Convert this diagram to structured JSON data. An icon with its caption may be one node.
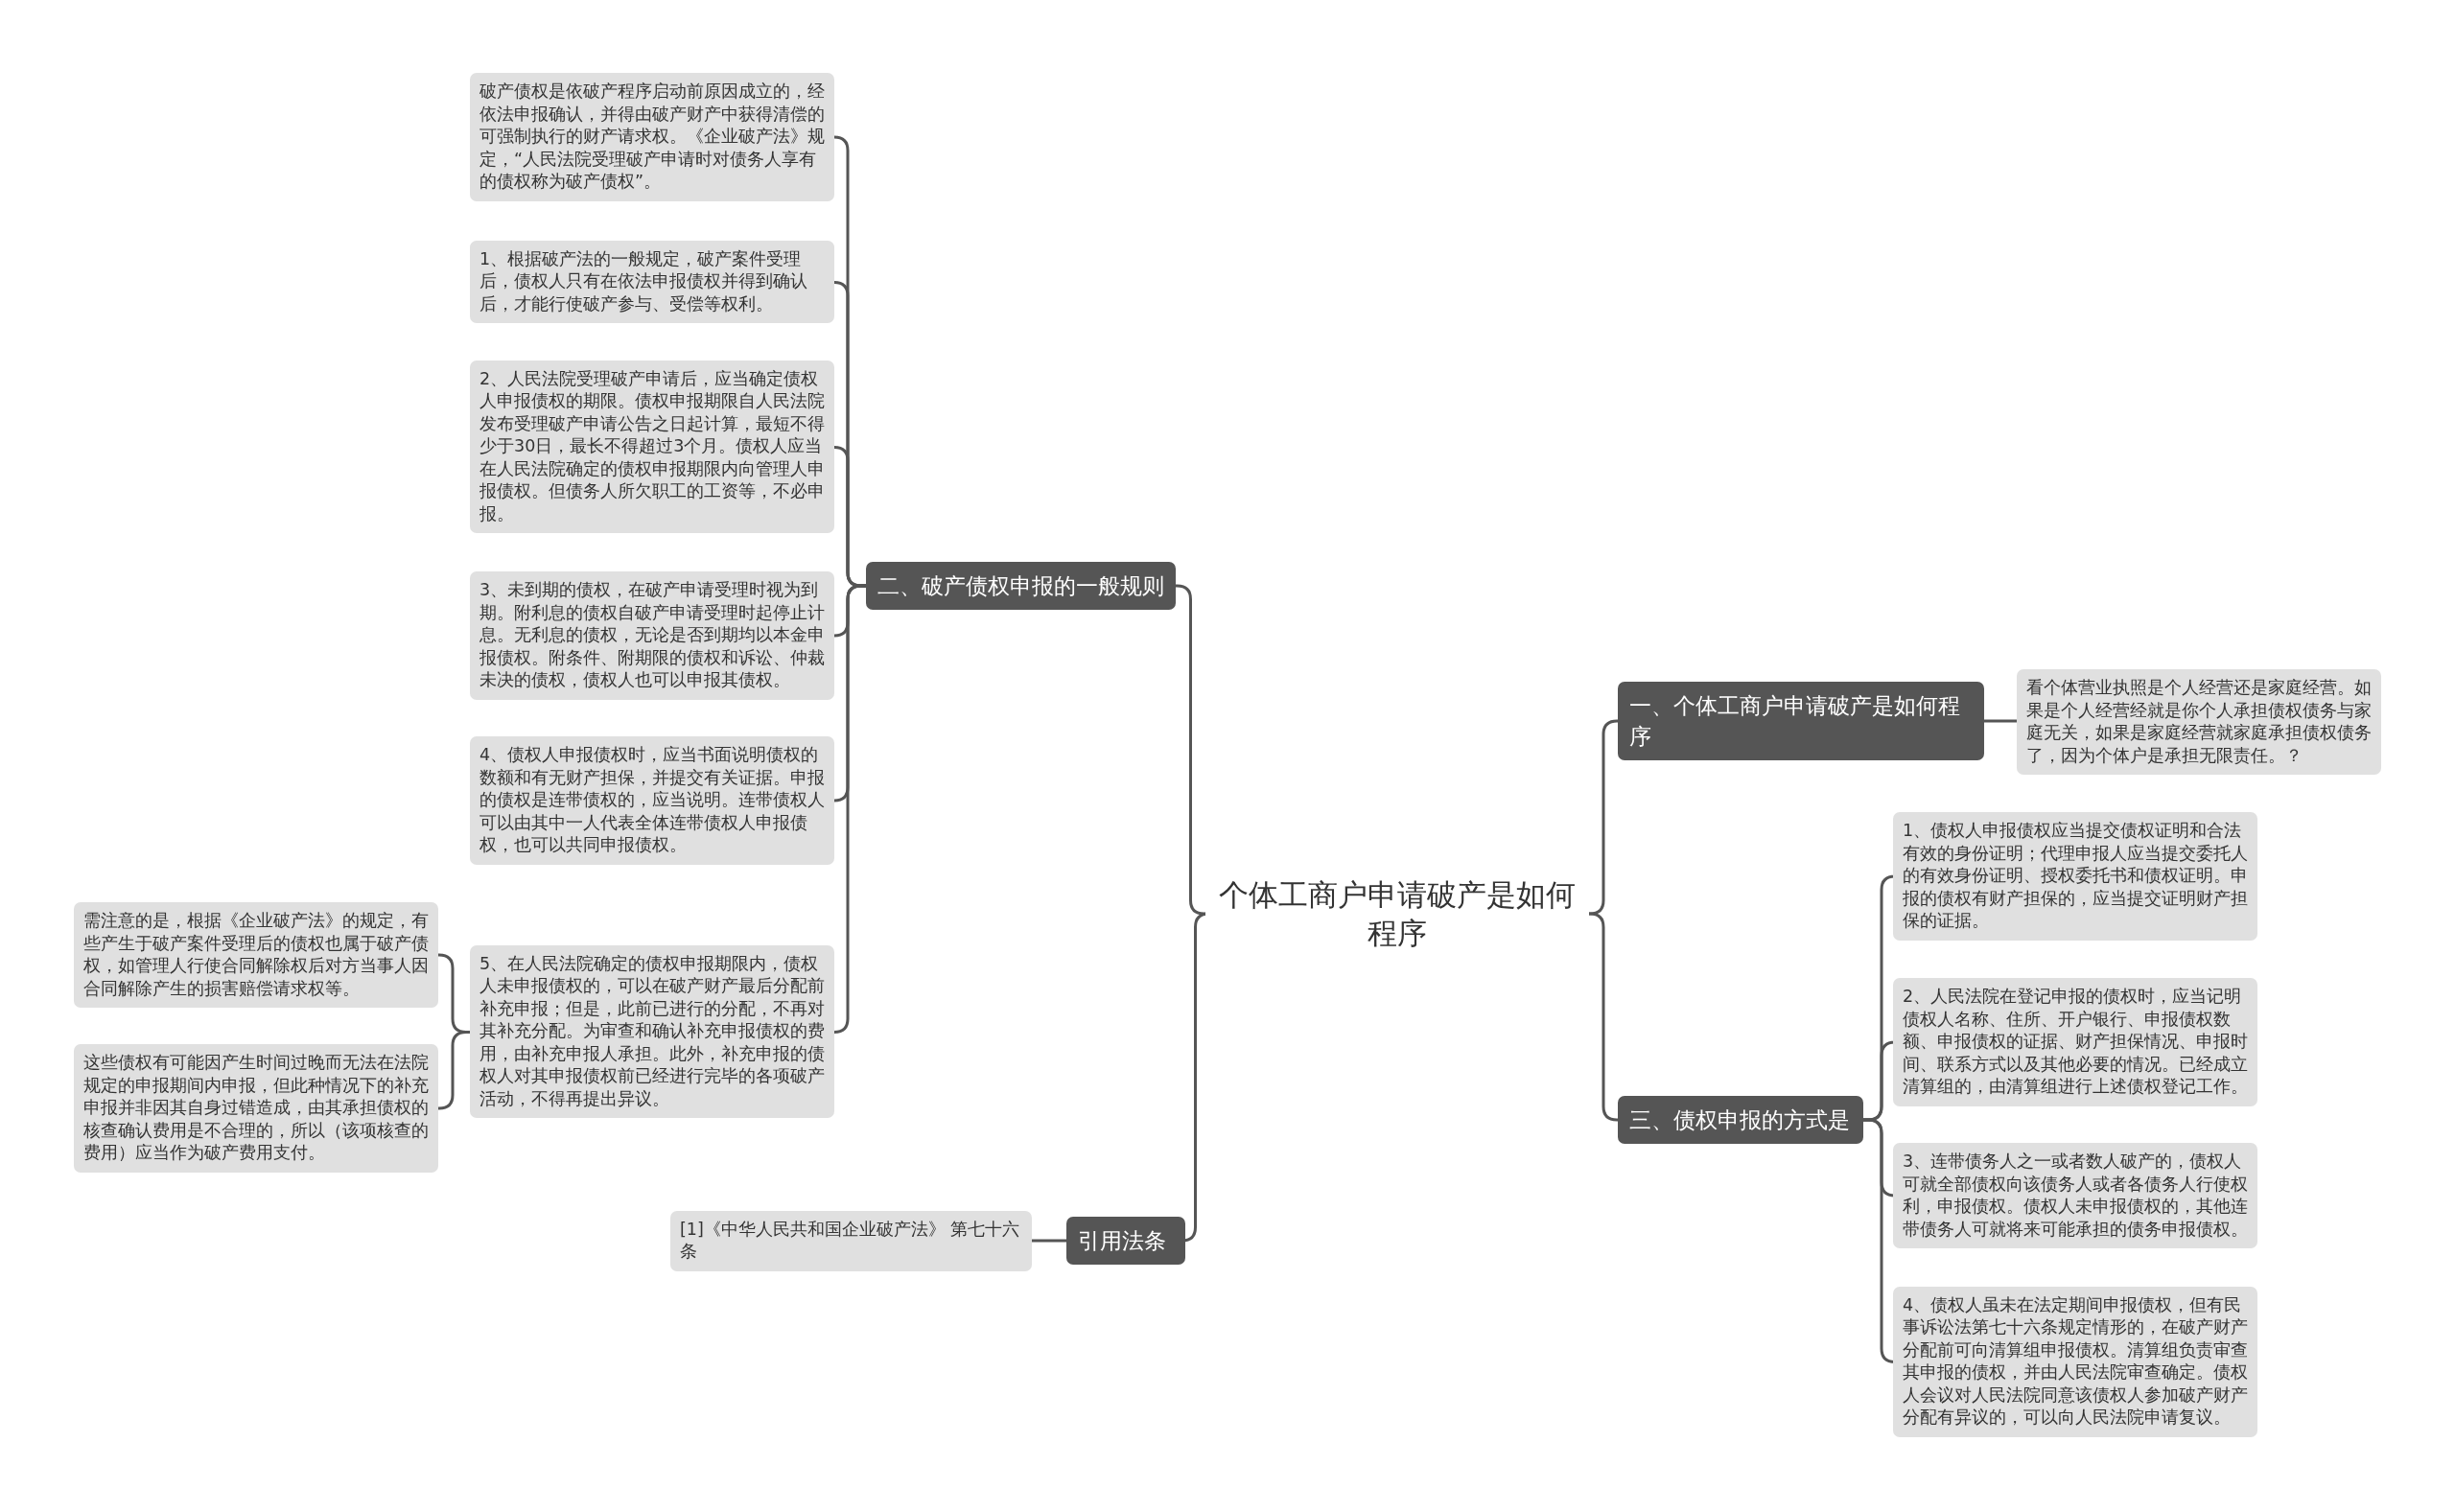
{
  "diagram": {
    "nodes": [
      {
        "text": [
          "个体工商户申请破产是如何程序"
        ]
      },
      {
        "text": [
          "二、破产债权申报的一般规则"
        ]
      },
      {
        "text": [
          "破产债权是依破产程序启动前原因成立的，经依法申报确认，并得由破产财产中获得清偿的可强制执行的财产请求权。《企业破产法》规定，“人民法院受理破产申请时对债务人享有的债权称为破产债权”。"
        ]
      },
      {
        "text": [
          "1、根据破产法的一般规定，破产案件受理后，债权人只有在依法申报债权并得到确认后，才能行使破产参与、受偿等权利。"
        ]
      },
      {
        "text": [
          "2、人民法院受理破产申请后，应当确定债权人申报债权的期限。债权申报期限自人民法院发布受理破产申请公告之日起计算，最短不得少于30日，最长不得超过3个月。债权人应当在人民法院确定的债权申报期限内向管理人申报债权。但债务人所欠职工的工资等，不必申报。"
        ]
      },
      {
        "text": [
          "3、未到期的债权，在破产申请受理时视为到期。附利息的债权自破产申请受理时起停止计息。无利息的债权，无论是否到期均以本金申报债权。附条件、附期限的债权和诉讼、仲裁未决的债权，债权人也可以申报其债权。"
        ]
      },
      {
        "text": [
          "4、债权人申报债权时，应当书面说明债权的数额和有无财产担保，并提交有关证据。申报的债权是连带债权的，应当说明。连带债权人可以由其中一人代表全体连带债权人申报债权，也可以共同申报债权。"
        ]
      },
      {
        "text": [
          "5、在人民法院确定的债权申报期限内，债权人未申报债权的，可以在破产财产最后分配前补充申报；但是，此前已进行的分配，不再对其补充分配。为审查和确认补充申报债权的费用，由补充申报人承担。此外，补充申报的债权人对其申报债权前已经进行完毕的各项破产活动，不得再提出异议。"
        ]
      },
      {
        "text": [
          "需注意的是，根据《企业破产法》的规定，有些产生于破产案件受理后的债权也属于破产债权，如管理人行使合同解除权后对方当事人因合同解除产生的损害赔偿请求权等。"
        ]
      },
      {
        "text": [
          "这些债权有可能因产生时间过晚而无法在法院规定的申报期间内申报，但此种情况下的补充申报并非因其自身过错造成，由其承担债权的核查确认费用是不合理的，所以（该项核查的费用）应当作为破产费用支付。"
        ]
      },
      {
        "text": [
          "引用法条"
        ]
      },
      {
        "text": [
          "[1]《中华人民共和国企业破产法》 第七十六条"
        ]
      },
      {
        "text": [
          "一、个体工商户申请破产是如何程序"
        ]
      },
      {
        "text": [
          "看个体营业执照是个人经营还是家庭经营。如果是个人经营经就是你个人承担债权债务与家庭无关，如果是家庭经营就家庭承担债权债务了，因为个体户是承担无限责任。？"
        ]
      },
      {
        "text": [
          "三、债权申报的方式是"
        ]
      },
      {
        "text": [
          "1、债权人申报债权应当提交债权证明和合法有效的身份证明；代理申报人应当提交委托人的有效身份证明、授权委托书和债权证明。申报的债权有财产担保的，应当提交证明财产担保的证据。"
        ]
      },
      {
        "text": [
          "2、人民法院在登记申报的债权时，应当记明债权人名称、住所、开户银行、申报债权数额、申报债权的证据、财产担保情况、申报时间、联系方式以及其他必要的情况。已经成立清算组的，由清算组进行上述债权登记工作。"
        ]
      },
      {
        "text": [
          "3、连带债务人之一或者数人破产的，债权人可就全部债权向该债务人或者各债务人行使权利，申报债权。债权人未申报债权的，其他连带债务人可就将来可能承担的债务申报债权。"
        ]
      },
      {
        "text": [
          "4、债权人虽未在法定期间申报债权，但有民事诉讼法第七十六条规定情形的，在破产财产分配前可向清算组申报债权。清算组负责审查其申报的债权，并由人民法院审查确定。债权人会议对人民法院同意该债权人参加破产财产分配有异议的，可以向人民法院申请复议。"
        ]
      }
    ],
    "edges": [
      {
        "from": 0,
        "to": 1,
        "arrow": "none"
      },
      {
        "from": 0,
        "to": 10,
        "arrow": "none"
      },
      {
        "from": 0,
        "to": 12,
        "arrow": "none"
      },
      {
        "from": 0,
        "to": 14,
        "arrow": "none"
      },
      {
        "from": 1,
        "to": 2,
        "arrow": "none"
      },
      {
        "from": 1,
        "to": 3,
        "arrow": "none"
      },
      {
        "from": 1,
        "to": 4,
        "arrow": "none"
      },
      {
        "from": 1,
        "to": 5,
        "arrow": "none"
      },
      {
        "from": 1,
        "to": 6,
        "arrow": "none"
      },
      {
        "from": 1,
        "to": 7,
        "arrow": "none"
      },
      {
        "from": 7,
        "to": 8,
        "arrow": "none"
      },
      {
        "from": 7,
        "to": 9,
        "arrow": "none"
      },
      {
        "from": 10,
        "to": 11,
        "arrow": "none"
      },
      {
        "from": 12,
        "to": 13,
        "arrow": "none"
      },
      {
        "from": 14,
        "to": 15,
        "arrow": "none"
      },
      {
        "from": 14,
        "to": 16,
        "arrow": "none"
      },
      {
        "from": 14,
        "to": 17,
        "arrow": "none"
      },
      {
        "from": 14,
        "to": 18,
        "arrow": "none"
      }
    ]
  }
}
